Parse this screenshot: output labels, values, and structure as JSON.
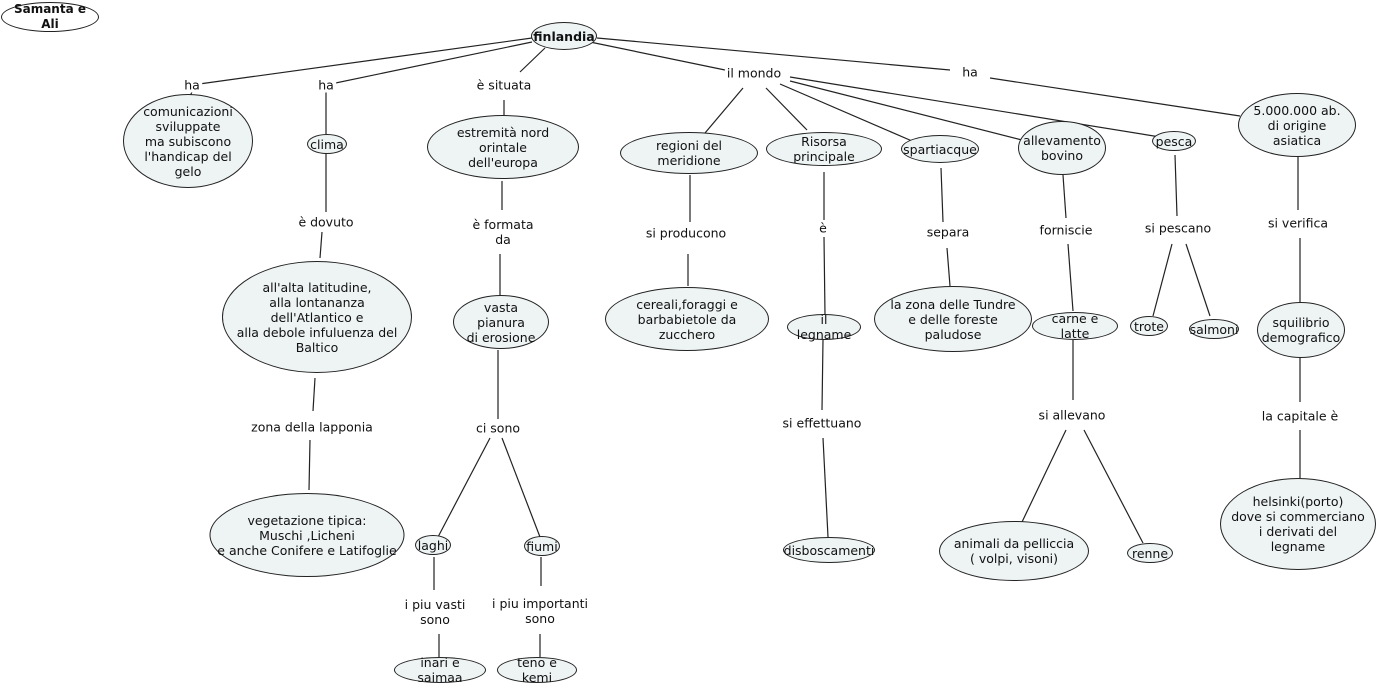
{
  "title": "Samanta e Ali",
  "root": "finlandia",
  "nodes": {
    "comunicazioni": "comunicazioni\nsviluppate\nma subiscono\nl'handicap del\ngelo",
    "clima": "clima",
    "latitudine": "all'alta latitudine,\nalla lontananza\ndell'Atlantico e\nalla debole infuluenza del\nBaltico",
    "vegetazione": "vegetazione tipica:\nMuschi ,Licheni\ne anche Conifere e Latifoglie",
    "estremita": "estremità nord orintale\ndell'europa",
    "pianura": "vasta pianura\ndi erosione",
    "laghi": "laghi",
    "fiumi": "fiumi",
    "inari": "inari e saimaa",
    "teno": "teno e kemi",
    "meridione": "regioni del meridione",
    "cereali": "cereali,foraggi e\nbarbabietole da zucchero",
    "risorsa": "Risorsa principale",
    "legname": "il legname",
    "disboscamenti": "disboscamenti",
    "spartiacque": "spartiacque",
    "tundre": "la zona delle Tundre\ne delle foreste paludose",
    "allevamento": "allevamento\nbovino",
    "carne": "carne e latte",
    "pelliccia": "animali da pelliccia\n( volpi, visoni)",
    "renne": "renne",
    "pesca": "pesca",
    "trote": "trote",
    "salmoni": "salmoni",
    "abitanti": "5.000.000 ab.\ndi origine asiatica",
    "squilibrio": "squilibrio\ndemografico",
    "helsinki": "helsinki(porto)\ndove si commerciano\ni derivati del\nlegname"
  },
  "links": {
    "ha1": "ha",
    "ha2": "ha",
    "situata": "è situata",
    "mondo": "il mondo",
    "ha3": "ha",
    "dovuto": "è dovuto",
    "lapponia": "zona della lapponia",
    "formata": "è formata\nda",
    "cisono": "ci sono",
    "vasti": "i piu vasti\nsono",
    "importanti": "i piu importanti\nsono",
    "producono": "si producono",
    "e": "è",
    "effettuano": "si effettuano",
    "separa": "separa",
    "forniscie": "forniscie",
    "allevano": "si allevano",
    "pescano": "si pescano",
    "verifica": "si verifica",
    "capitale": "la capitale è"
  }
}
